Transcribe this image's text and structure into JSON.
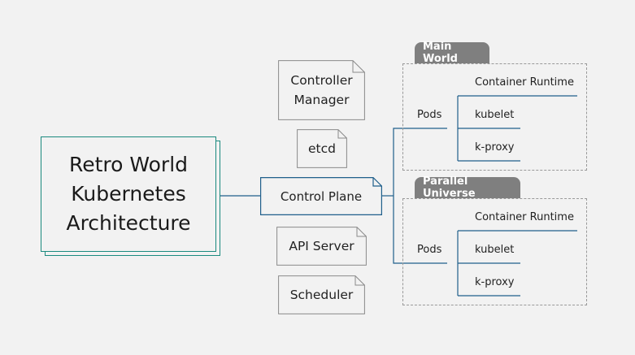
{
  "diagram": {
    "root": {
      "title": "Retro World\nKubernetes\nArchitecture"
    },
    "control_plane": {
      "label": "Control Plane"
    },
    "components": {
      "controller_manager": "Controller\nManager",
      "etcd": "etcd",
      "api_server": "API Server",
      "scheduler": "Scheduler"
    },
    "worlds": [
      {
        "name": "Main World",
        "pods_label": "Pods",
        "items": [
          "Container Runtime",
          "kubelet",
          "k-proxy"
        ]
      },
      {
        "name": "Parallel Universe",
        "pods_label": "Pods",
        "items": [
          "Container Runtime",
          "kubelet",
          "k-proxy"
        ]
      }
    ],
    "colors": {
      "background": "#f2f2f2",
      "root_border": "#1b8a7f",
      "line_blue": "#1f5f8b",
      "note_border": "#8a8a8a",
      "tab_fill": "#7f7f7f",
      "dashed_border": "#999999"
    }
  }
}
